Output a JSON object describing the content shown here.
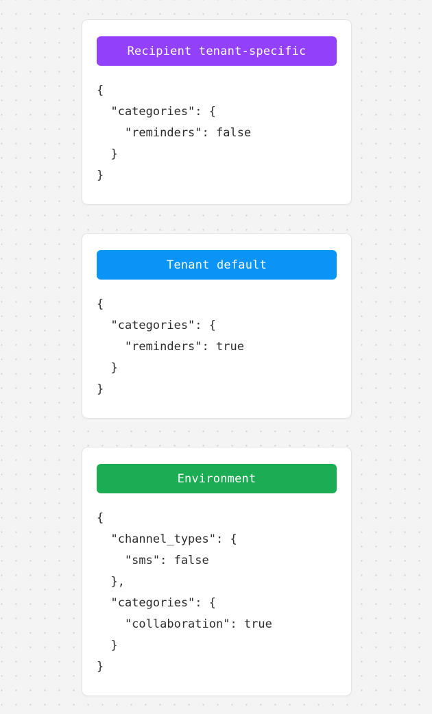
{
  "background": {
    "color": "#f4f4f4",
    "dot_color": "#d2d2d2",
    "pattern": "dotted-grid"
  },
  "cards": [
    {
      "id": "recipient-tenant-specific",
      "header_label": "Recipient tenant-specific",
      "header_color": "#9340fa",
      "header_text_color": "#ffffff",
      "body": "{\n  \"categories\": {\n    \"reminders\": false\n  }\n}"
    },
    {
      "id": "tenant-default",
      "header_label": "Tenant default",
      "header_color": "#0a94f5",
      "header_text_color": "#ffffff",
      "body": "{\n  \"categories\": {\n    \"reminders\": true\n  }\n}"
    },
    {
      "id": "environment",
      "header_label": "Environment",
      "header_color": "#1cad54",
      "header_text_color": "#ffffff",
      "body": "{\n  \"channel_types\": {\n    \"sms\": false\n  },\n  \"categories\": {\n    \"collaboration\": true\n  }\n}"
    }
  ]
}
